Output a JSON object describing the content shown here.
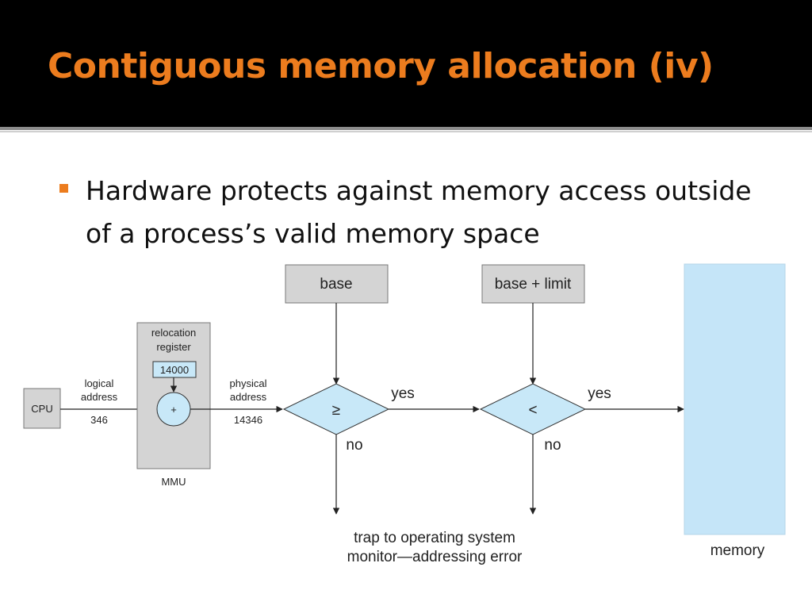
{
  "slide": {
    "title": "Contiguous memory allocation (iv)",
    "bullet": "Hardware protects against memory access outside of a process’s valid memory space"
  },
  "diagram": {
    "cpu": "CPU",
    "logical_address_line1": "logical",
    "logical_address_line2": "address",
    "logical_value": "346",
    "relocation_line1": "relocation",
    "relocation_line2": "register",
    "relocation_value": "14000",
    "plus_symbol": "+",
    "mmu": "MMU",
    "physical_address_line1": "physical",
    "physical_address_line2": "address",
    "physical_value": "14346",
    "base": "base",
    "base_limit": "base + limit",
    "compare_ge": "≥",
    "compare_lt": "<",
    "yes1": "yes",
    "yes2": "yes",
    "no1": "no",
    "no2": "no",
    "trap_line1": "trap to operating system",
    "trap_line2": "monitor—addressing error",
    "memory": "memory"
  },
  "colors": {
    "title": "#ec7c1e",
    "bullet": "#ec7c1e",
    "gray_box": "#d4d4d4",
    "blue_fill": "#c8e8f8",
    "memory_fill": "#c5e5f8"
  }
}
